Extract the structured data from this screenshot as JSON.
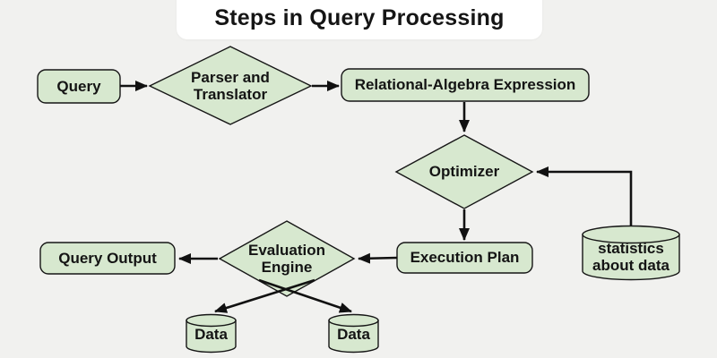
{
  "title": "Steps in Query Processing",
  "colors": {
    "background": "#f1f1ef",
    "node_fill": "#d7e8cf",
    "node_stroke": "#161616",
    "arrow": "#111111",
    "title_background": "#ffffff",
    "text": "#141414"
  },
  "nodes": {
    "query": {
      "label": "Query",
      "shape": "rounded-rect"
    },
    "parser": {
      "label": "Parser and Translator",
      "shape": "diamond"
    },
    "relational": {
      "label": "Relational-Algebra Expression",
      "shape": "rounded-rect"
    },
    "optimizer": {
      "label": "Optimizer",
      "shape": "diamond"
    },
    "statistics": {
      "label": "statistics about data",
      "shape": "cylinder"
    },
    "execution": {
      "label": "Execution Plan",
      "shape": "rounded-rect"
    },
    "evaluation": {
      "label": "Evaluation Engine",
      "shape": "diamond"
    },
    "query_output": {
      "label": "Query Output",
      "shape": "rounded-rect"
    },
    "data_left": {
      "label": "Data",
      "shape": "cylinder"
    },
    "data_right": {
      "label": "Data",
      "shape": "cylinder"
    }
  },
  "edges": [
    {
      "from": "query",
      "to": "parser"
    },
    {
      "from": "parser",
      "to": "relational"
    },
    {
      "from": "relational",
      "to": "optimizer"
    },
    {
      "from": "statistics",
      "to": "optimizer"
    },
    {
      "from": "optimizer",
      "to": "execution"
    },
    {
      "from": "execution",
      "to": "evaluation"
    },
    {
      "from": "evaluation",
      "to": "query_output"
    },
    {
      "from": "evaluation",
      "to": "data_left"
    },
    {
      "from": "evaluation",
      "to": "data_right"
    }
  ]
}
